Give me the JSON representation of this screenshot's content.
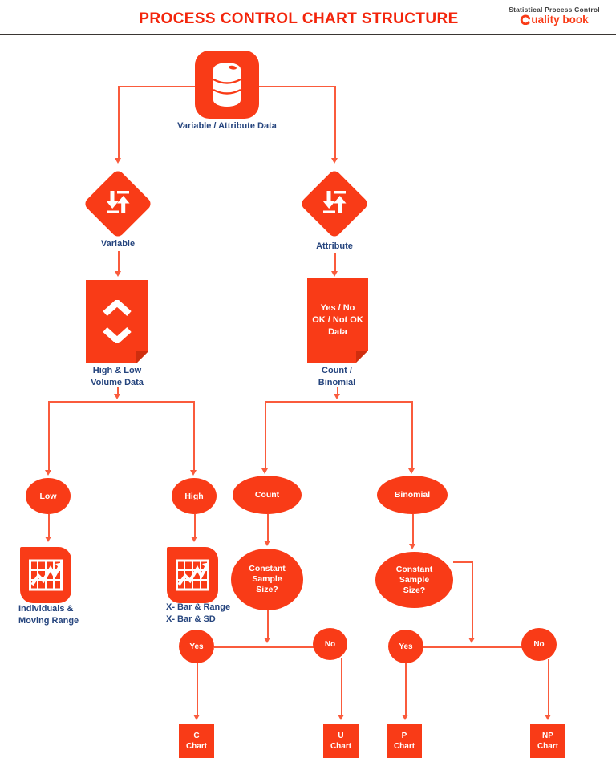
{
  "header": {
    "title": "PROCESS CONTROL CHART STRUCTURE",
    "brand": {
      "tagline": "Statistical Process Control",
      "name_rest": "uality book"
    }
  },
  "colors": {
    "accent": "#f93b17",
    "title": "#f3250c",
    "line": "#fa5b3c",
    "label-blue": "#26457e",
    "divider": "#3a3633",
    "tagline": "#404040",
    "fold": "#cf2e0e"
  },
  "icons": {
    "source": "database-barrel-icon",
    "decision": "swap-vertical-arrows-icon",
    "volume": [
      "chevron-up-icon",
      "chevron-down-icon"
    ],
    "chart": "line-chart-grid-icon",
    "brand": "quality-book-q-icon"
  },
  "nodes": {
    "source_label": "Variable / Attribute Data",
    "variable_label": "Variable",
    "attribute_label": "Attribute",
    "high_low_label": [
      "High & Low",
      "Volume Data"
    ],
    "yes_no_card": [
      "Yes / No",
      "OK / Not OK",
      "Data"
    ],
    "count_binomial_label": [
      "Count /",
      "Binomial"
    ],
    "low": "Low",
    "high": "High",
    "count": "Count",
    "binomial": "Binomial",
    "individuals_label": [
      "Individuals &",
      "Moving Range"
    ],
    "xbar_label": [
      "X- Bar & Range",
      "X- Bar & SD"
    ],
    "constant1": [
      "Constant",
      "Sample",
      "Size?"
    ],
    "constant2": [
      "Constant",
      "Sample",
      "Size?"
    ],
    "yes1": "Yes",
    "no1": "No",
    "yes2": "Yes",
    "no2": "No",
    "c_chart": [
      "C",
      "Chart"
    ],
    "u_chart": [
      "U",
      "Chart"
    ],
    "p_chart": [
      "P",
      "Chart"
    ],
    "np_chart": [
      "NP",
      "Chart"
    ]
  }
}
